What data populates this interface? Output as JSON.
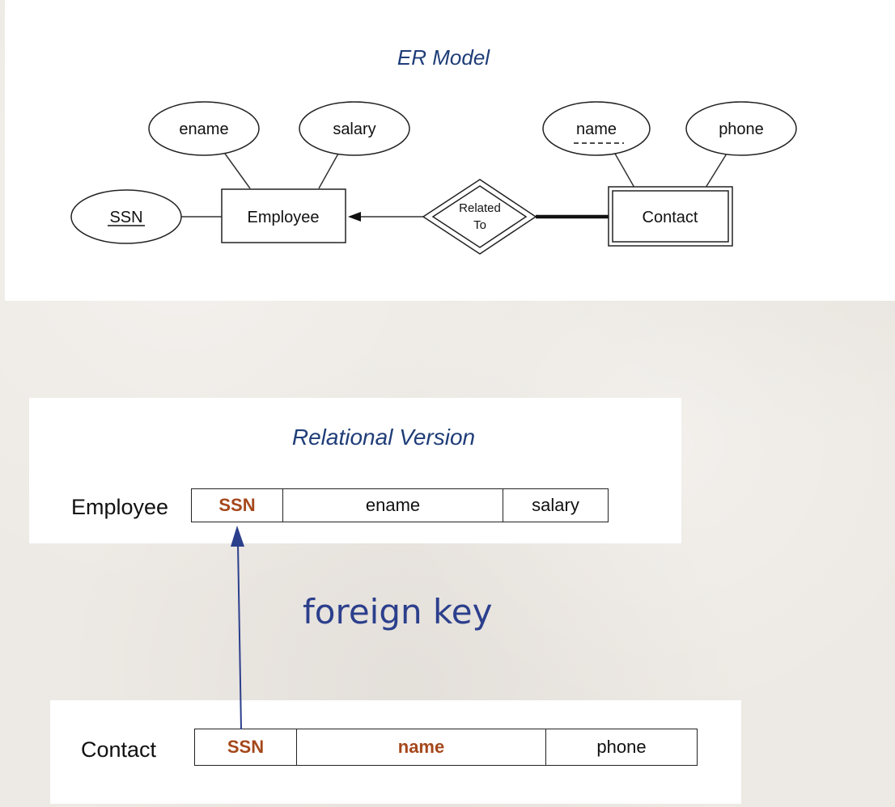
{
  "er_model": {
    "title": "ER Model",
    "entities": {
      "employee": "Employee",
      "contact": "Contact"
    },
    "relationship": {
      "line1": "Related",
      "line2": "To"
    },
    "attributes": {
      "ssn": "SSN",
      "ename": "ename",
      "salary": "salary",
      "name": "name",
      "phone": "phone"
    }
  },
  "relational": {
    "title": "Relational Version",
    "employee": {
      "label": "Employee",
      "columns": [
        "SSN",
        "ename",
        "salary"
      ]
    },
    "contact": {
      "label": "Contact",
      "columns": [
        "SSN",
        "name",
        "phone"
      ]
    },
    "foreign_key_label": "foreign key"
  },
  "colors": {
    "key": "#a5481b",
    "title": "#1f3d78",
    "arrow": "#2b3f8c"
  }
}
